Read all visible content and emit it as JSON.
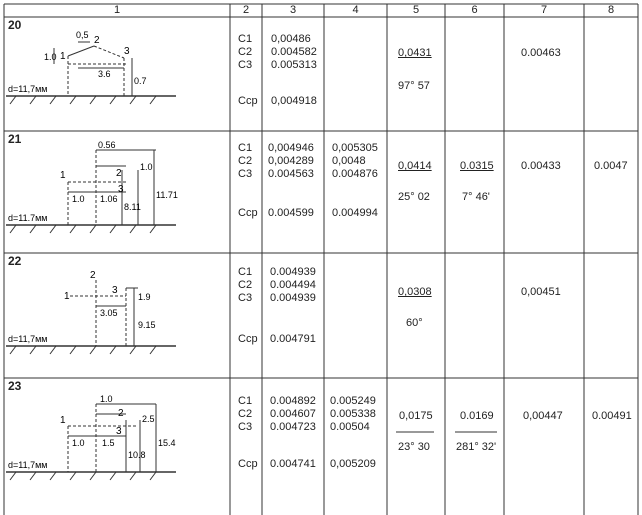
{
  "headers": [
    "1",
    "2",
    "3",
    "4",
    "5",
    "6",
    "7",
    "8"
  ],
  "rows": [
    {
      "num": "20",
      "diameter": "d=11,7мм",
      "dims": {
        "top": "0,5",
        "height": "1.0",
        "span": "3.6",
        "drop": "0.7"
      },
      "points": [
        "1",
        "2",
        "3"
      ],
      "labels": [
        "C1",
        "C2",
        "C3"
      ],
      "cp_label": "Cср",
      "col3": [
        "0,00486",
        "0.004582",
        "0.005313"
      ],
      "col3_cp": "0,004918",
      "col4": [],
      "col4_cp": "",
      "col5_top": "0,0431",
      "col5_bottom": "97° 57",
      "col6_top": "",
      "col6_bottom": "",
      "col7": "0.00463",
      "col8": ""
    },
    {
      "num": "21",
      "diameter": "d=11.7мм",
      "dims": {
        "top": "0.56",
        "left": "1.0",
        "mid": "1.06",
        "h1": "1.0",
        "h2": "8.11",
        "h3": "11.71"
      },
      "points": [
        "1",
        "2",
        "3"
      ],
      "labels": [
        "C1",
        "C2",
        "C3"
      ],
      "cp_label": "Cср",
      "col3": [
        "0,004946",
        "0,004289",
        "0.004563"
      ],
      "col3_cp": "0.004599",
      "col4": [
        "0,005305",
        "0,0048",
        "0.004876"
      ],
      "col4_cp": "0.004994",
      "col5_top": "0,0414",
      "col5_bottom": "25° 02",
      "col6_top": "0.0315",
      "col6_bottom": "7° 46'",
      "col7": "0.00433",
      "col8": "0.0047"
    },
    {
      "num": "22",
      "diameter": "d=11,7мм",
      "dims": {
        "span": "3.05",
        "h1": "1.9",
        "h2": "9.15"
      },
      "points": [
        "1",
        "2",
        "3"
      ],
      "labels": [
        "C1",
        "C2",
        "C3"
      ],
      "cp_label": "Cср",
      "col3": [
        "0.004939",
        "0.004494",
        "0.004939"
      ],
      "col3_cp": "0.004791",
      "col4": [],
      "col4_cp": "",
      "col5_top": "0,0308",
      "col5_bottom": "60°",
      "col6_top": "",
      "col6_bottom": "",
      "col7": "0,00451",
      "col8": ""
    },
    {
      "num": "23",
      "diameter": "d=11,7мм",
      "dims": {
        "top": "1.0",
        "left": "1.0",
        "mid": "1.5",
        "h1": "2.5",
        "h2": "10.8",
        "h3": "15.4"
      },
      "points": [
        "1",
        "2",
        "3"
      ],
      "labels": [
        "C1",
        "C2",
        "C3"
      ],
      "cp_label": "Cср",
      "col3": [
        "0.004892",
        "0.004607",
        "0.004723"
      ],
      "col3_cp": "0.004741",
      "col4": [
        "0.005249",
        "0.005338",
        "0.00504"
      ],
      "col4_cp": "0,005209",
      "col5_top": "0,0175",
      "col5_bottom": "23° 30",
      "col6_top": "0.0169",
      "col6_bottom": "281° 32'",
      "col7": "0,00447",
      "col8": "0.00491"
    }
  ]
}
